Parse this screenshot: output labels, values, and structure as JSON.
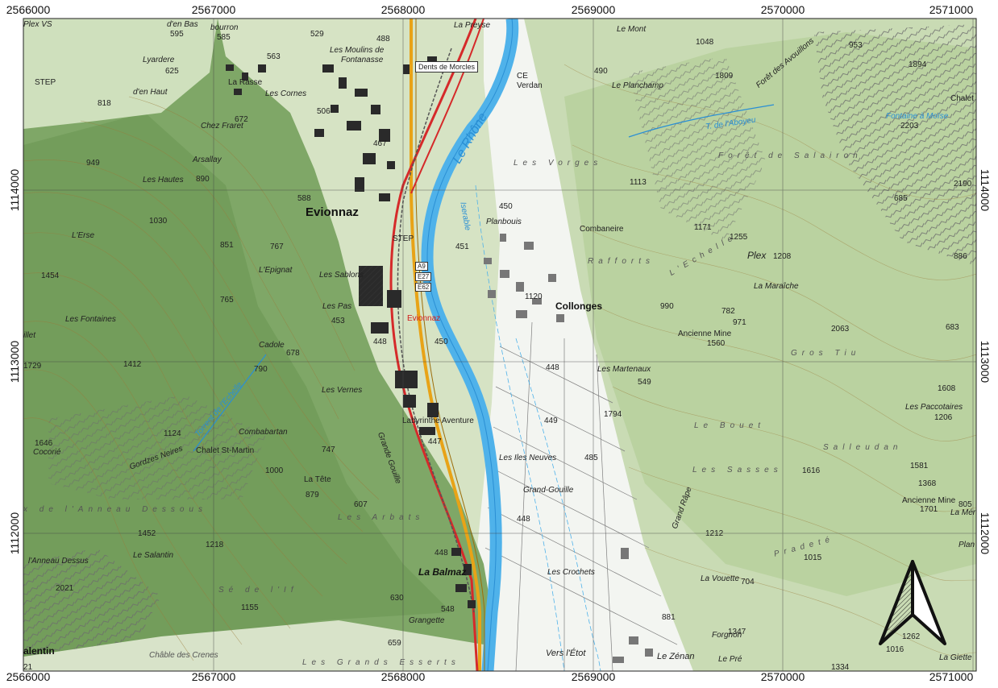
{
  "grid": {
    "x_labels": [
      "2566000",
      "2567000",
      "2568000",
      "2569000",
      "2570000",
      "2571000"
    ],
    "y_labels": [
      "1114000",
      "1113000",
      "1112000"
    ]
  },
  "colors": {
    "forest": "#7fa767",
    "forest_dark": "#5f8a4d",
    "meadow": "#d9e6c8",
    "plain": "#f4f6f1",
    "river": "#4fb2ea",
    "motorway": "#e8a317",
    "road_red": "#d52a2a",
    "rail": "#555555",
    "grid": "#444444"
  },
  "north_arrow_icon": "north-arrow-icon",
  "labels": [
    {
      "name": "evionnaz",
      "text": "Evionnaz",
      "cls": "town"
    },
    {
      "name": "collonges",
      "text": "Collonges",
      "cls": "village"
    },
    {
      "name": "la-balmaz",
      "text": "La Balmaz",
      "cls": "village italic"
    },
    {
      "name": "la-rasse",
      "text": "La Rasse",
      "cls": ""
    },
    {
      "name": "les-cornes",
      "text": "Les Cornes",
      "cls": "italic"
    },
    {
      "name": "chez-fraret",
      "text": "Chez Fraret",
      "cls": "italic"
    },
    {
      "name": "arsallay",
      "text": "Arsallay",
      "cls": "italic"
    },
    {
      "name": "les-hautes",
      "text": "Les Hautes",
      "cls": "italic"
    },
    {
      "name": "l-erse",
      "text": "L'Erse",
      "cls": "italic"
    },
    {
      "name": "l-epignat",
      "text": "L'Epignat",
      "cls": "italic"
    },
    {
      "name": "les-sablons",
      "text": "Les Sablons",
      "cls": "italic"
    },
    {
      "name": "les-pas",
      "text": "Les Pas",
      "cls": "italic"
    },
    {
      "name": "les-fontaines",
      "text": "Les Fontaines",
      "cls": "italic"
    },
    {
      "name": "cadole",
      "text": "Cadole",
      "cls": "italic"
    },
    {
      "name": "les-vernes",
      "text": "Les Vernes",
      "cls": "italic"
    },
    {
      "name": "combabartan",
      "text": "Combabartan",
      "cls": "italic"
    },
    {
      "name": "chalet-st-martin",
      "text": "Chalet St-Martin",
      "cls": ""
    },
    {
      "name": "la-tete",
      "text": "La Tête",
      "cls": ""
    },
    {
      "name": "les-arbats",
      "text": "Les Arbats",
      "cls": "wide"
    },
    {
      "name": "cocorie",
      "text": "Cocorié",
      "cls": "italic"
    },
    {
      "name": "gorges-neires",
      "text": "Gordzes Neires",
      "cls": "italic"
    },
    {
      "name": "anneau-dessous",
      "text": "x de l'Anneau Dessous",
      "cls": "wide"
    },
    {
      "name": "anneau-dessus",
      "text": "l'Anneau Dessus",
      "cls": "italic"
    },
    {
      "name": "le-salantin",
      "text": "Le Salantin",
      "cls": "italic"
    },
    {
      "name": "se-de-l-if",
      "text": "Sé de l'If",
      "cls": "wide"
    },
    {
      "name": "salentin",
      "text": "alentin",
      "cls": "village"
    },
    {
      "name": "chable-des-crenes",
      "text": "Châble des Crenes",
      "cls": "italic grey"
    },
    {
      "name": "les-grands-esserts",
      "text": "Les Grands Esserts",
      "cls": "wide"
    },
    {
      "name": "grangette",
      "text": "Grangette",
      "cls": "italic"
    },
    {
      "name": "labyrinthe",
      "text": "Labyrinthe Aventure",
      "cls": ""
    },
    {
      "name": "les-moulins",
      "text": "Les Moulins de",
      "cls": "italic"
    },
    {
      "name": "fontanasse",
      "text": "Fontanasse",
      "cls": "italic"
    },
    {
      "name": "dents-de-morcles",
      "text": "Dents de Morcles",
      "cls": "box"
    },
    {
      "name": "la-preyse",
      "text": "La Preyse",
      "cls": "italic"
    },
    {
      "name": "verdan",
      "text": "Verdan",
      "cls": ""
    },
    {
      "name": "le-mont",
      "text": "Le Mont",
      "cls": "italic"
    },
    {
      "name": "le-planchamp",
      "text": "Le Planchamp",
      "cls": "italic"
    },
    {
      "name": "foret-de-salairon",
      "text": "Forêt de Salairon",
      "cls": "wide"
    },
    {
      "name": "fontaine-moise",
      "text": "Fontaine à Moïse",
      "cls": "stream"
    },
    {
      "name": "t-de-l-aboyeu",
      "text": "T. de l'Aboyeu",
      "cls": "stream"
    },
    {
      "name": "les-vorges",
      "text": "Les Vorges",
      "cls": "wide"
    },
    {
      "name": "planbouis",
      "text": "Planbouis",
      "cls": "italic"
    },
    {
      "name": "combaneire",
      "text": "Combaneire",
      "cls": ""
    },
    {
      "name": "rafforts",
      "text": "Rafforts",
      "cls": "wide"
    },
    {
      "name": "l-echelle",
      "text": "L'Echelle",
      "cls": "wide"
    },
    {
      "name": "plex",
      "text": "Plex",
      "cls": "italic"
    },
    {
      "name": "la-maraiche",
      "text": "La Maraîche",
      "cls": "italic"
    },
    {
      "name": "ancienne-mine",
      "text": "Ancienne Mine",
      "cls": ""
    },
    {
      "name": "ancienne-mine-2",
      "text": "Ancienne Mine",
      "cls": ""
    },
    {
      "name": "gros-tiu",
      "text": "Gros Tiu",
      "cls": "wide"
    },
    {
      "name": "les-martenaux",
      "text": "Les Martenaux",
      "cls": "italic"
    },
    {
      "name": "le-bouet",
      "text": "Le Bouet",
      "cls": "wide"
    },
    {
      "name": "les-paccotaires",
      "text": "Les Paccotaires",
      "cls": "italic"
    },
    {
      "name": "salleudan",
      "text": "Salleudan",
      "cls": "wide"
    },
    {
      "name": "les-sasses",
      "text": "Les Sasses",
      "cls": "wide"
    },
    {
      "name": "grand-rape",
      "text": "Grand Râpe",
      "cls": "italic"
    },
    {
      "name": "la-mereune",
      "text": "La Méreune",
      "cls": "italic"
    },
    {
      "name": "plan-d",
      "text": "Plan d'",
      "cls": "italic"
    },
    {
      "name": "pradete",
      "text": "Pradeté",
      "cls": "wide"
    },
    {
      "name": "la-vouette",
      "text": "La Vouette",
      "cls": "italic"
    },
    {
      "name": "forgnon",
      "text": "Forgnon",
      "cls": "italic"
    },
    {
      "name": "le-pre",
      "text": "Le Pré",
      "cls": "italic"
    },
    {
      "name": "le-zenan",
      "text": "Le Zénan",
      "cls": "italic"
    },
    {
      "name": "vers-l-etot",
      "text": "Vers l'Étot",
      "cls": "italic"
    },
    {
      "name": "les-crochets",
      "text": "Les Crochets",
      "cls": "italic"
    },
    {
      "name": "grand-gouille",
      "text": "Grand-Gouille",
      "cls": "italic"
    },
    {
      "name": "les-iles-neuves",
      "text": "Les Iles Neuves",
      "cls": "italic"
    },
    {
      "name": "la-giette",
      "text": "La Giette",
      "cls": "italic"
    },
    {
      "name": "chalet-n",
      "text": "Chalet N",
      "cls": ""
    },
    {
      "name": "foret-des-avouillons",
      "text": "Forêt des Avouillons",
      "cls": "italic"
    },
    {
      "name": "le-rhone",
      "text": "Le Rhône",
      "cls": "river"
    },
    {
      "name": "torrent-echelle",
      "text": "Torrent de l'Echelle",
      "cls": "stream"
    },
    {
      "name": "grande-gouille",
      "text": "Grande Gouille",
      "cls": "italic"
    },
    {
      "name": "iserable",
      "text": "Iserable",
      "cls": "stream"
    },
    {
      "name": "evionnaz-station",
      "text": "Evionnaz",
      "cls": "red"
    },
    {
      "name": "step",
      "text": "STEP",
      "cls": ""
    },
    {
      "name": "step-2",
      "text": "STEP",
      "cls": ""
    },
    {
      "name": "ce",
      "text": "CE",
      "cls": ""
    },
    {
      "name": "a9",
      "text": "A9",
      "cls": "shield"
    },
    {
      "name": "e27",
      "text": "E27",
      "cls": "shield"
    },
    {
      "name": "e62",
      "text": "E62",
      "cls": "shield"
    },
    {
      "name": "lyardere",
      "text": "Lyardere",
      "cls": "italic"
    },
    {
      "name": "d-en-haut",
      "text": "d'en Haut",
      "cls": "italic"
    },
    {
      "name": "d-en-bas",
      "text": "d'en Bas",
      "cls": "italic"
    },
    {
      "name": "bourron",
      "text": "bourron",
      "cls": "italic"
    },
    {
      "name": "plex-vs",
      "text": "Plex VS",
      "cls": "italic"
    },
    {
      "name": "villet",
      "text": "illet",
      "cls": "italic"
    }
  ],
  "spot_heights": [
    "595",
    "585",
    "529",
    "488",
    "625",
    "818",
    "563",
    "672",
    "506",
    "467",
    "949",
    "890",
    "1030",
    "588",
    "851",
    "767",
    "1454",
    "765",
    "453",
    "448",
    "678",
    "450",
    "1729",
    "1412",
    "790",
    "1646",
    "1124",
    "1000",
    "747",
    "879",
    "607",
    "1452",
    "1218",
    "1155",
    "2021",
    "630",
    "548",
    "659",
    "447",
    "448",
    "448",
    "449",
    "448",
    "485",
    "450",
    "451",
    "1120",
    "1171",
    "1255",
    "1208",
    "971",
    "990",
    "1560",
    "2063",
    "683",
    "549",
    "1794",
    "1608",
    "1206",
    "1616",
    "1581",
    "1368",
    "1701",
    "805",
    "1212",
    "1015",
    "704",
    "881",
    "1347",
    "1262",
    "1016",
    "1334",
    "953",
    "1048",
    "1809",
    "1894",
    "2203",
    "2190",
    "886",
    "685",
    "490",
    "1113",
    "782",
    "21"
  ]
}
